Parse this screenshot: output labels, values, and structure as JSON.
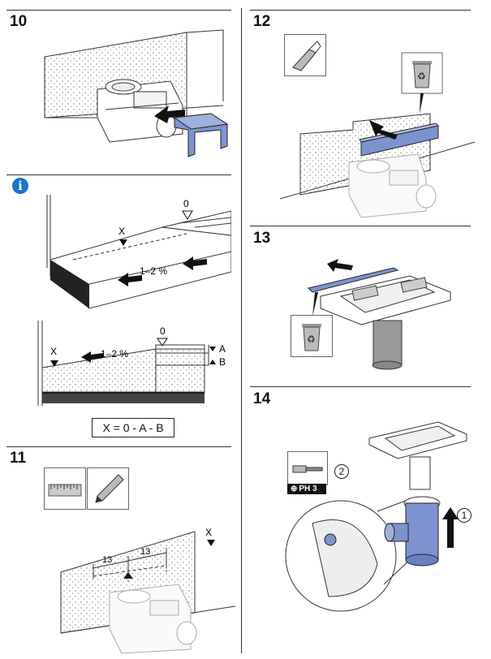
{
  "steps": {
    "s10": {
      "number": "10"
    },
    "s11": {
      "number": "11",
      "dim_left": "13",
      "dim_right": "13",
      "mark": "X"
    },
    "s12": {
      "number": "12"
    },
    "s13": {
      "number": "13"
    },
    "s14": {
      "number": "14",
      "tool": "PH 3",
      "callout_1": "1",
      "callout_2": "2"
    }
  },
  "info": {
    "icon_letter": "i",
    "slope": "1–2 %",
    "x_label": "X",
    "zero_label": "0",
    "section_slope": "1–2 %",
    "section_x": "X",
    "section_zero": "0",
    "label_a": "A",
    "label_b": "B",
    "formula": "X = 0 - A - B"
  },
  "colors": {
    "accent_blue": "#7d93cf",
    "info_blue": "#1976c8"
  }
}
